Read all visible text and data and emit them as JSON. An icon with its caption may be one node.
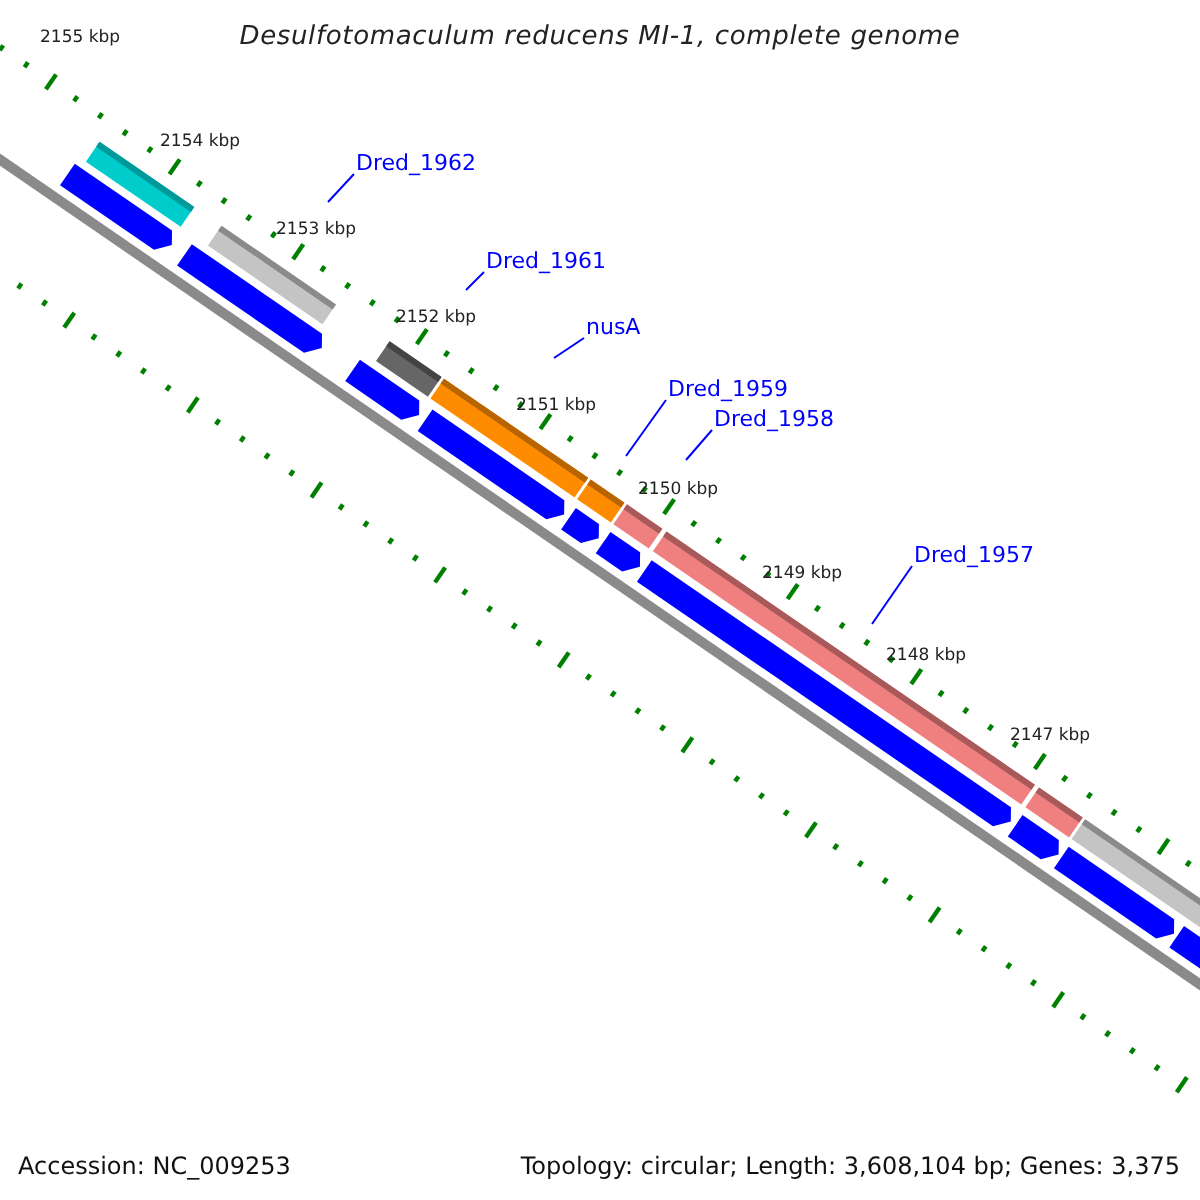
{
  "diagram": {
    "title": "Desulfotomaculum reducens MI-1, complete genome",
    "nodes": [
      {
        "text": [
          "Dred_1962"
        ]
      },
      {
        "text": [
          "Dred_1961"
        ]
      },
      {
        "text": [
          "nusA"
        ]
      },
      {
        "text": [
          "Dred_1959"
        ]
      },
      {
        "text": [
          "Dred_1958"
        ]
      },
      {
        "text": [
          "Dred_1957"
        ]
      }
    ],
    "edges": [
      {
        "from": 0,
        "to": null,
        "arrow": "none"
      },
      {
        "from": 1,
        "to": null,
        "arrow": "none"
      },
      {
        "from": 2,
        "to": null,
        "arrow": "none"
      },
      {
        "from": 3,
        "to": null,
        "arrow": "none"
      },
      {
        "from": 4,
        "to": null,
        "arrow": "none"
      },
      {
        "from": 5,
        "to": null,
        "arrow": "none"
      }
    ],
    "labels": [
      "2155 kbp",
      "2154 kbp",
      "2153 kbp",
      "2152 kbp",
      "2151 kbp",
      "2150 kbp",
      "2149 kbp",
      "2148 kbp",
      "2147 kbp",
      "Accession: NC_009253",
      "Topology: circular; Length: 3,608,104 bp; Genes: 3,375"
    ]
  }
}
